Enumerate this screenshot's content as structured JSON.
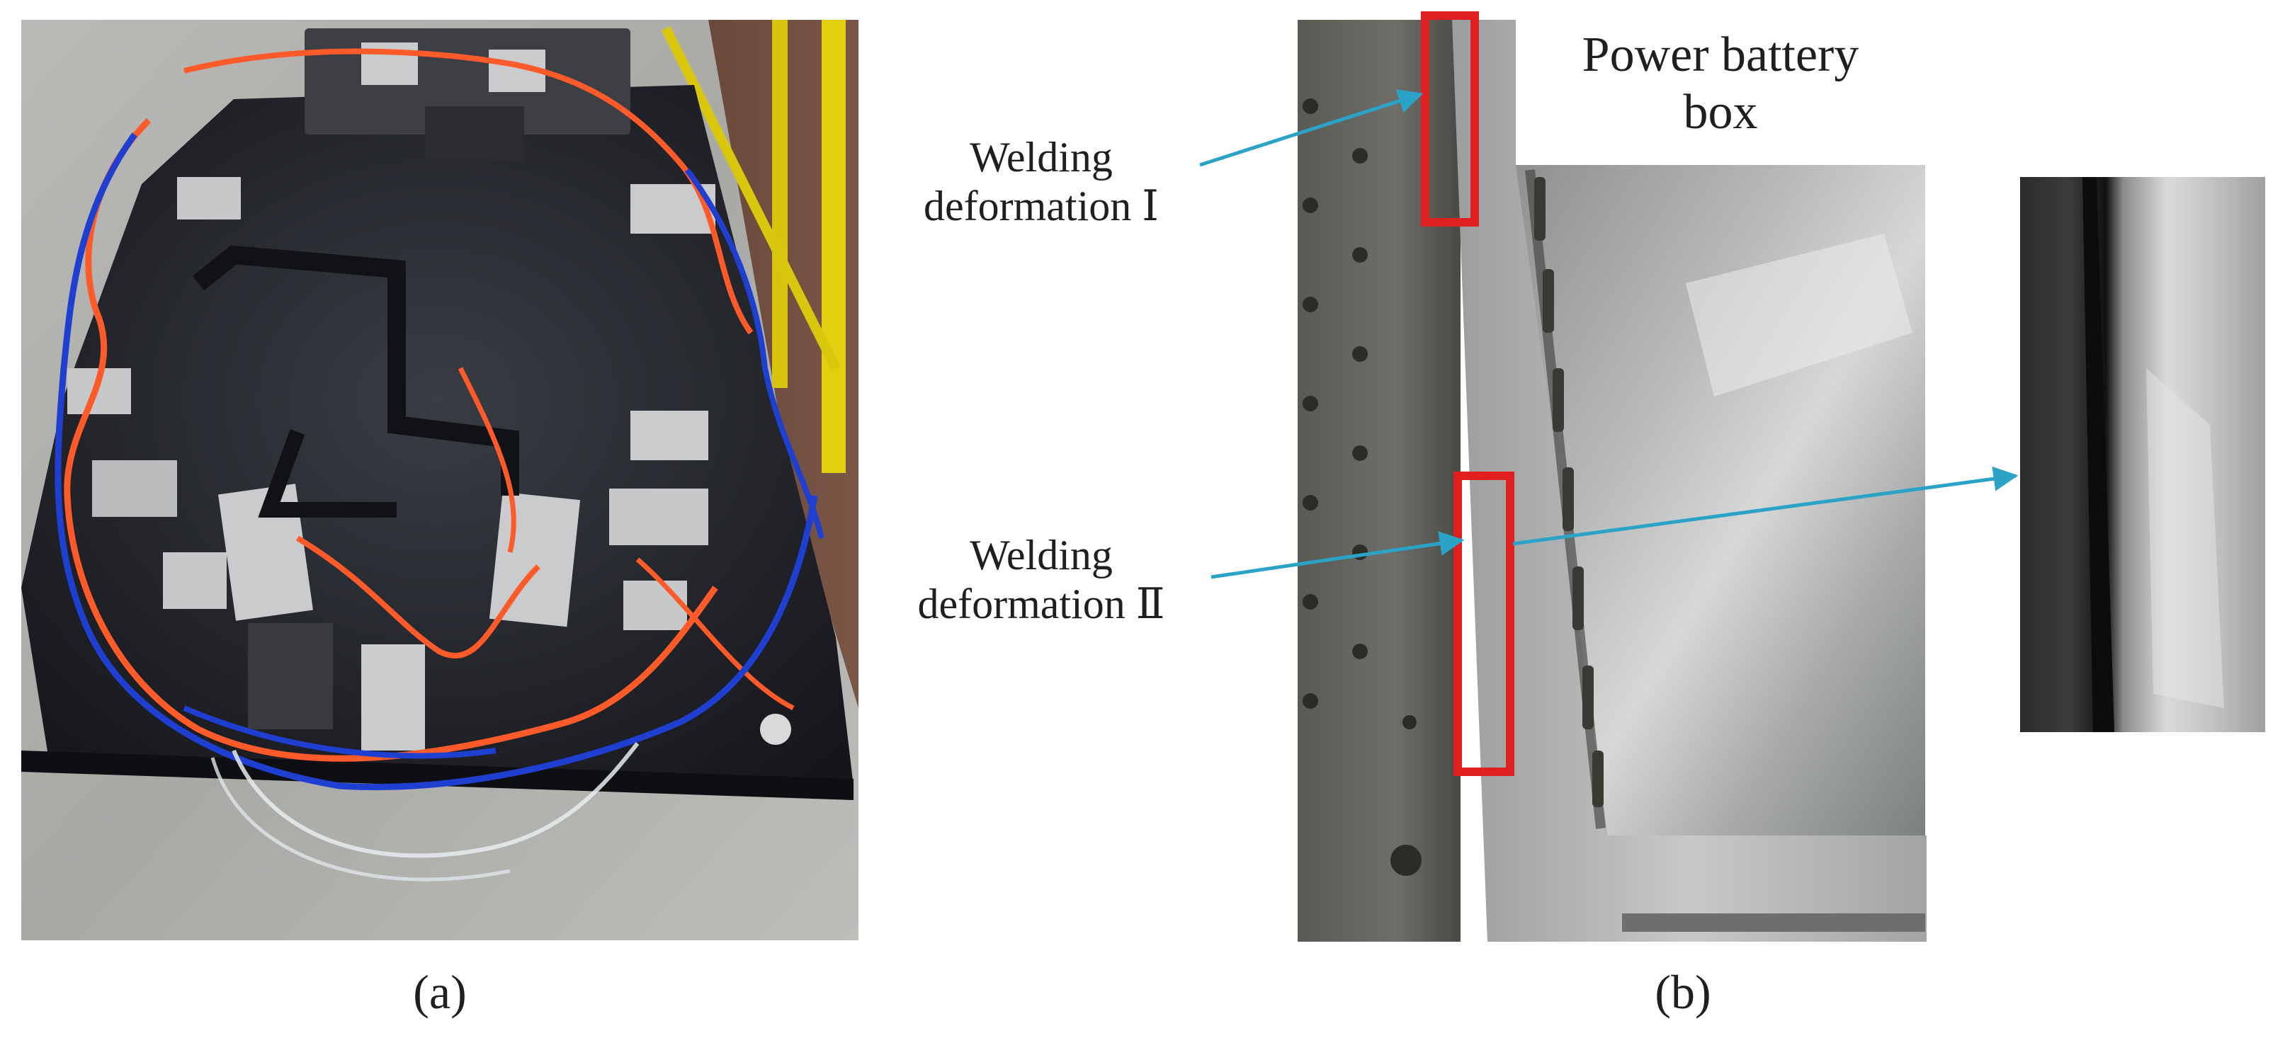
{
  "panels": [
    {
      "id": "a",
      "caption": "(a)"
    },
    {
      "id": "b",
      "caption": "(b)"
    }
  ],
  "annotations": {
    "box_label_line1": "Power battery",
    "box_label_line2": "box",
    "deformation_1_line1": "Welding",
    "deformation_1_line2": "deformation Ⅰ",
    "deformation_2_line1": "Welding",
    "deformation_2_line2": "deformation Ⅱ"
  },
  "colors": {
    "highlight_box": "#e02020",
    "arrow": "#2aa3c6",
    "caption_text": "#1f1f1f"
  }
}
